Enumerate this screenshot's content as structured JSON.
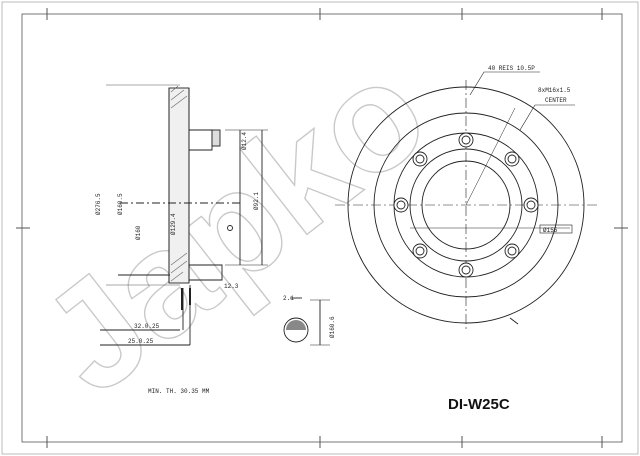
{
  "drawing": {
    "part_number": "DI-W25C",
    "watermark": "Japko",
    "min_thickness_note": "MIN. TH. 30.35 MM",
    "side_view": {
      "dim_labels": [
        "Ø276.5",
        "Ø160.5",
        "Ø160",
        "Ø129.4",
        "Ø12.4",
        "Ø92.1",
        "12.3",
        "32.0.25",
        "25.0.25"
      ]
    },
    "front_view": {
      "dim_labels": [
        "40 REIS 10.5P",
        "8xM16x1.5",
        "CENTER",
        "Ø155",
        "Ø160.6",
        "2.1"
      ]
    }
  }
}
